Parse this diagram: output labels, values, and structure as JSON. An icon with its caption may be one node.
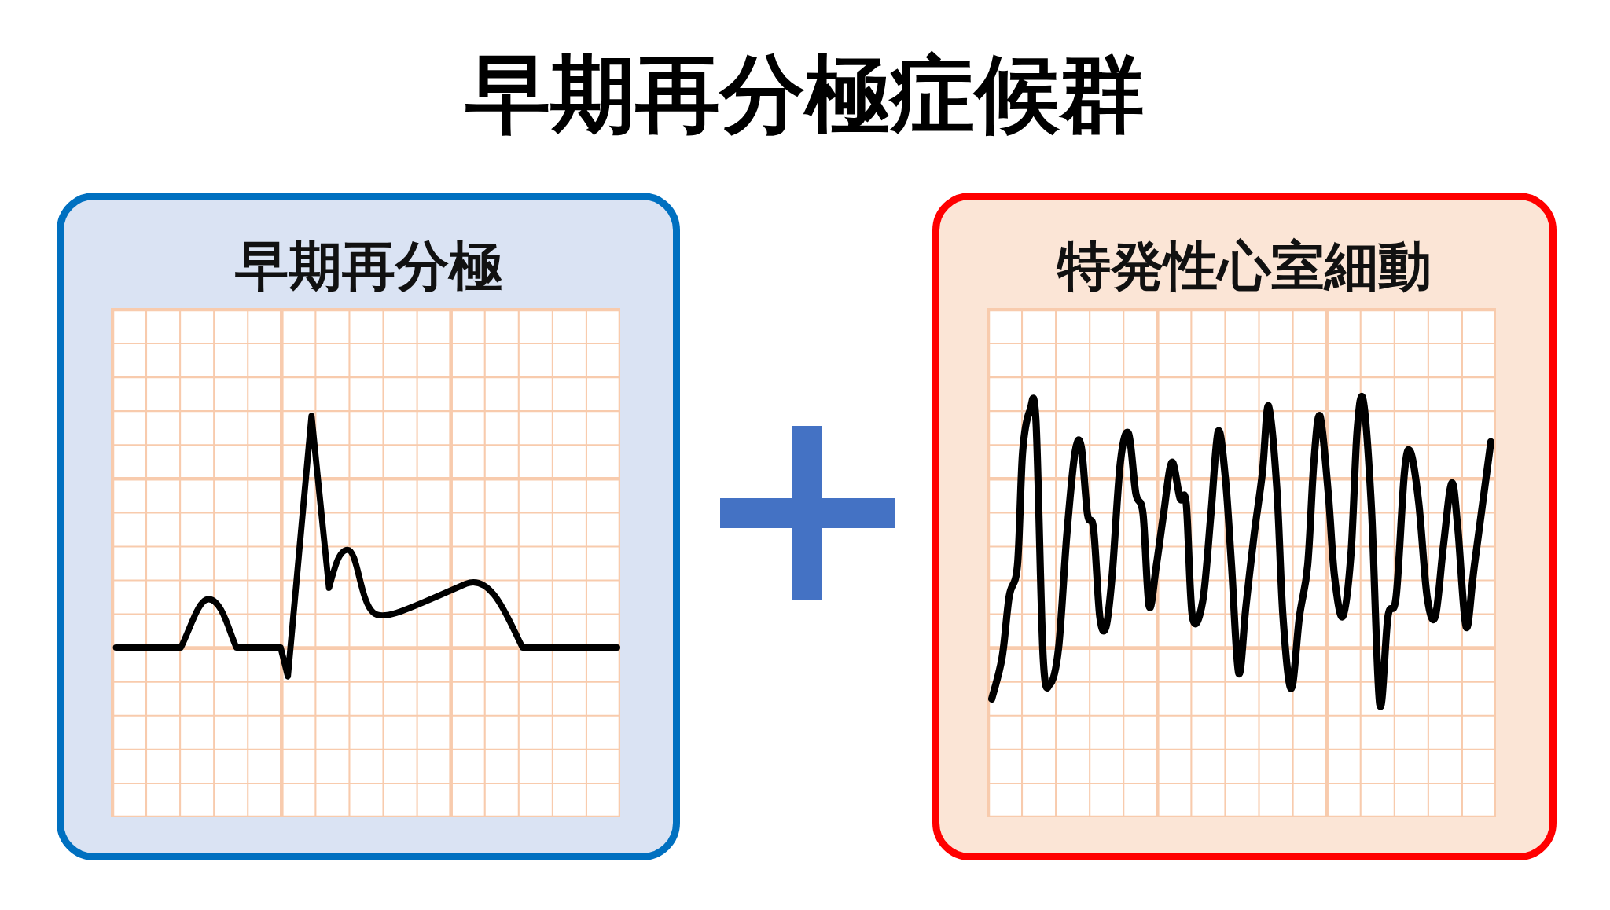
{
  "diagram": {
    "title": "早期再分極症候群",
    "nodes": [
      {
        "text": [
          "早期再分極"
        ]
      },
      {
        "text": [],
        "shape": "plus"
      },
      {
        "text": [
          "特発性心室細動"
        ]
      }
    ]
  }
}
